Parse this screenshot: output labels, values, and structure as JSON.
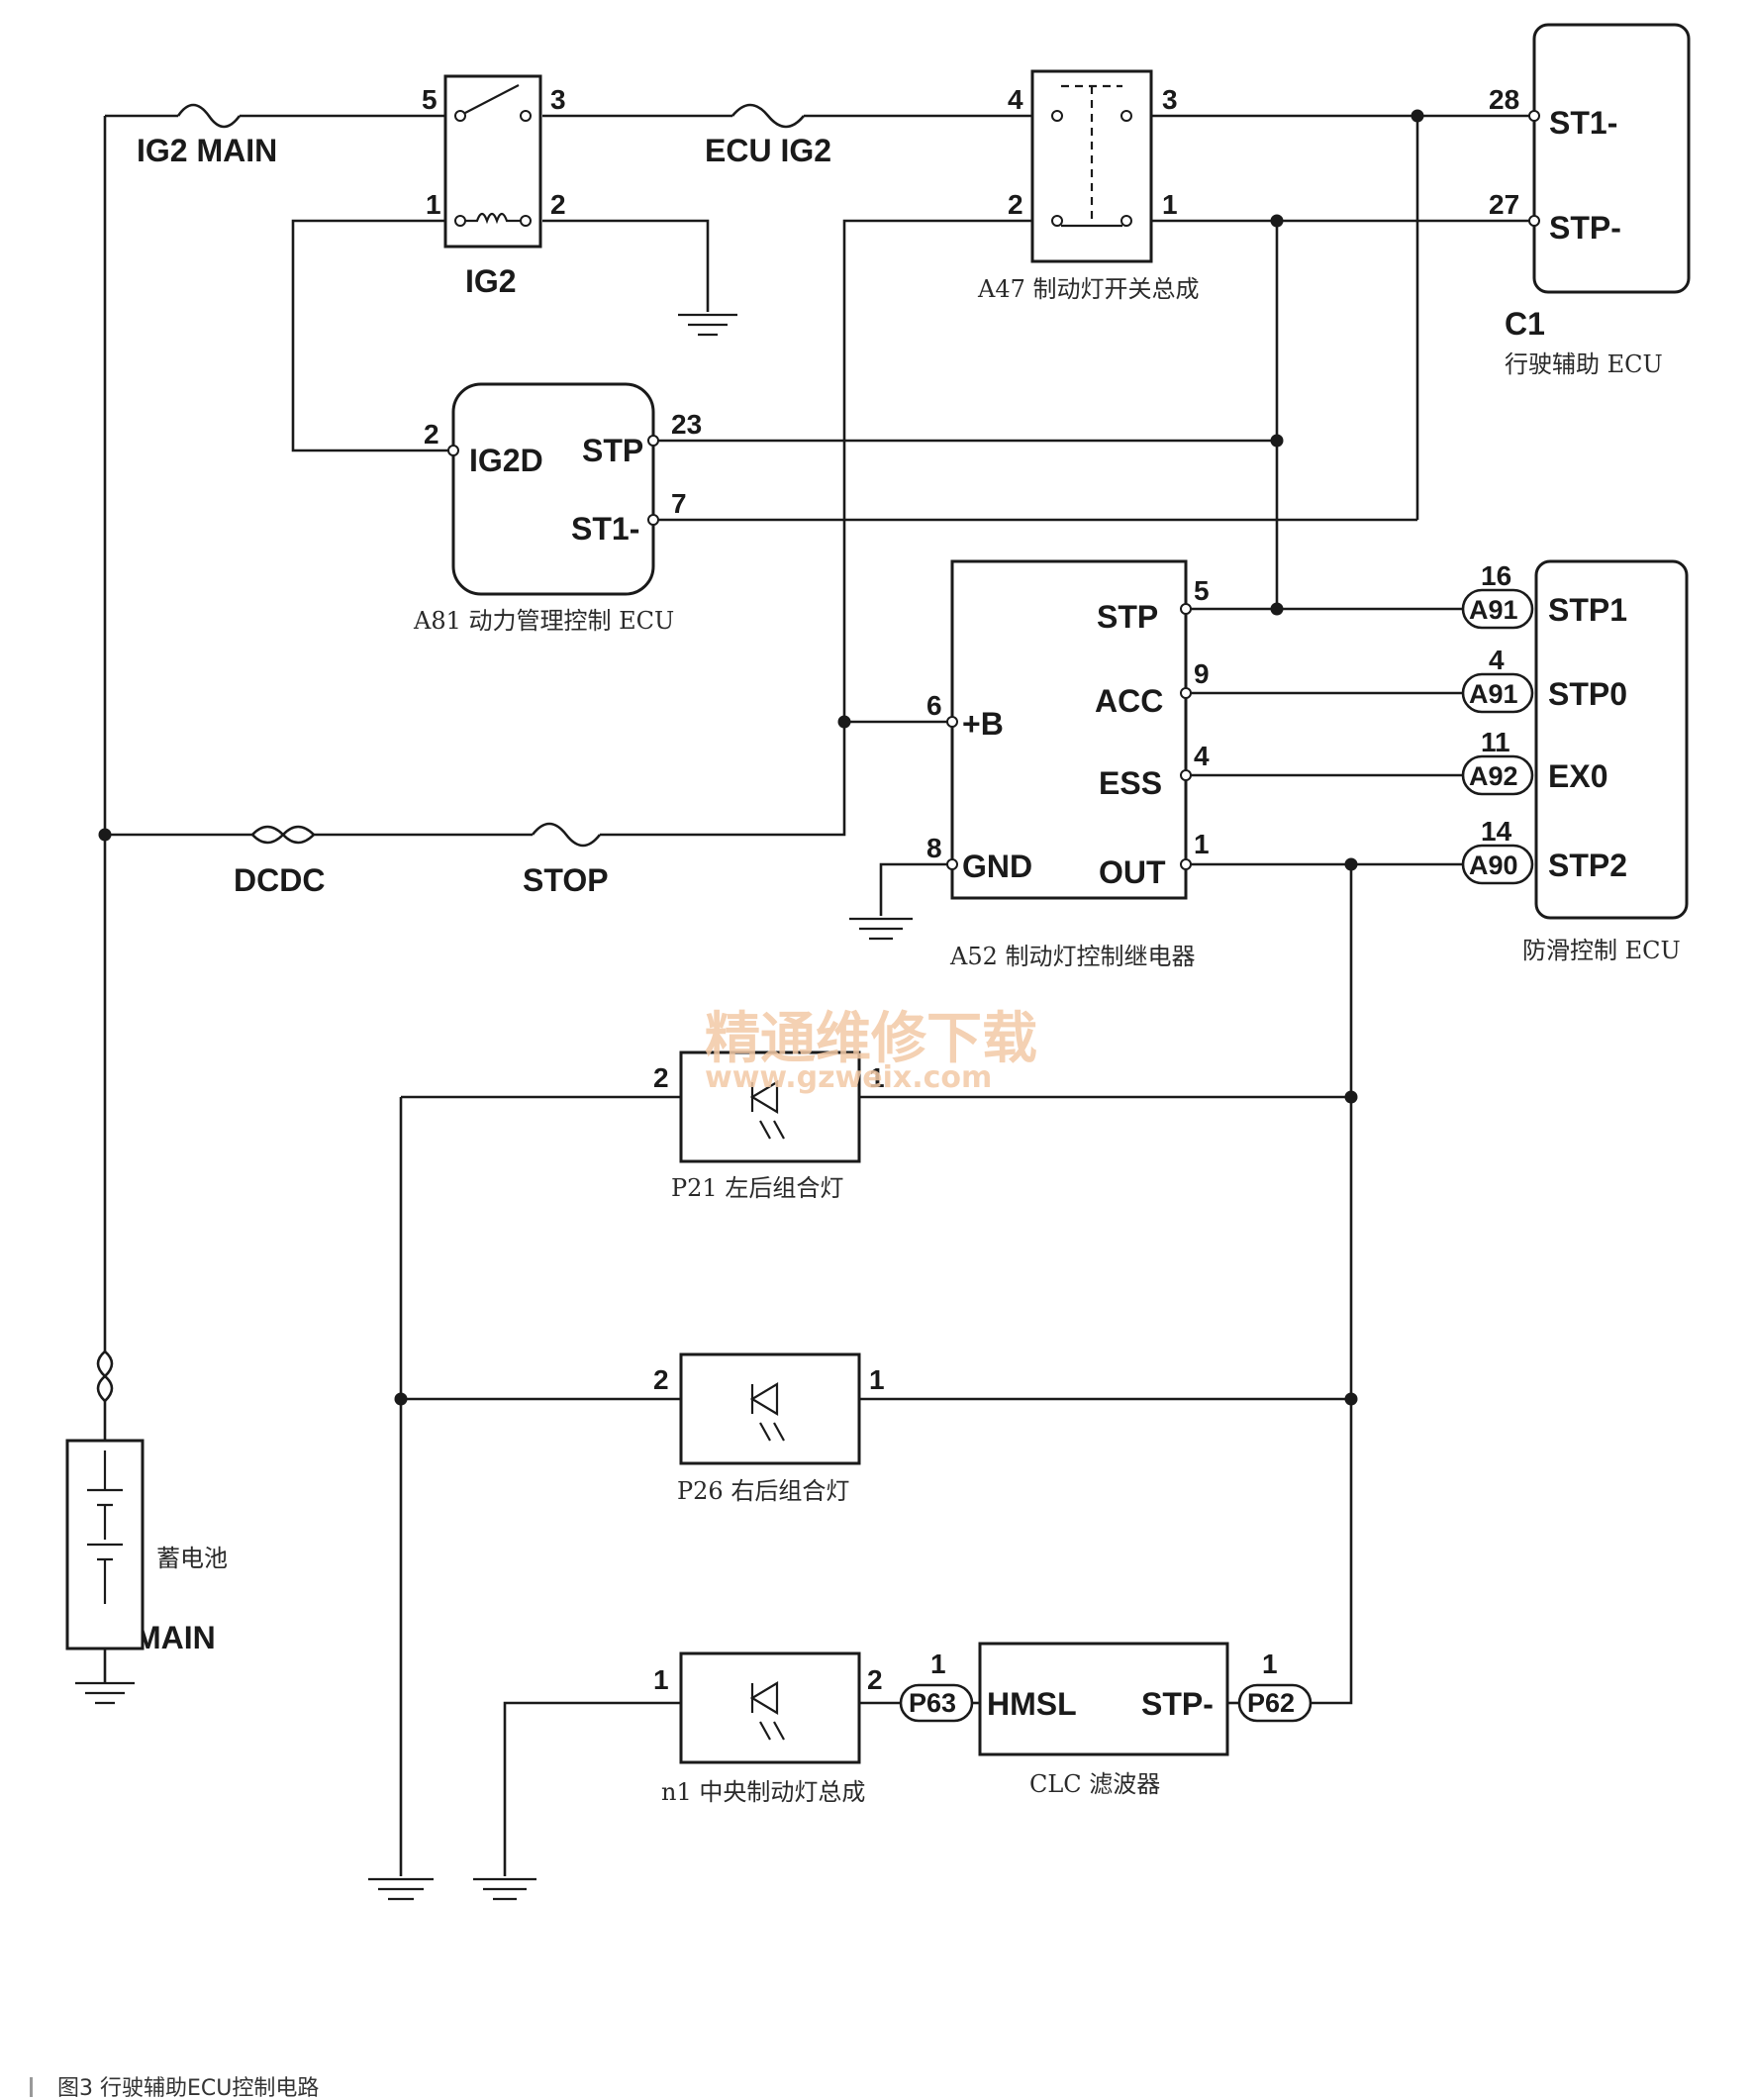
{
  "figure_caption": "图3  行驶辅助ECU控制电路",
  "watermark": {
    "line1": "精通维修下载",
    "line2": "www.gzweix.com"
  },
  "fuses": {
    "ig2_main": "IG2 MAIN",
    "ecu_ig2": "ECU IG2",
    "dcdc": "DCDC",
    "stop": "STOP",
    "main": "MAIN"
  },
  "ig2_relay": {
    "label": "IG2",
    "pin5": "5",
    "pin3": "3",
    "pin1": "1",
    "pin2": "2"
  },
  "a47": {
    "caption": "A47 制动灯开关总成",
    "pin4": "4",
    "pin3": "3",
    "pin2": "2",
    "pin1": "1"
  },
  "c1": {
    "code": "C1",
    "caption": "行驶辅助 ECU",
    "st1": "ST1-",
    "stp": "STP-",
    "pin28": "28",
    "pin27": "27"
  },
  "a81": {
    "caption": "A81 动力管理控制 ECU",
    "ig2d": "IG2D",
    "stp": "STP",
    "st1": "ST1-",
    "pin2": "2",
    "pin23": "23",
    "pin7": "7"
  },
  "a52": {
    "caption": "A52 制动灯控制继电器",
    "b": "+B",
    "gnd": "GND",
    "stp": "STP",
    "acc": "ACC",
    "ess": "ESS",
    "out": "OUT",
    "pin6": "6",
    "pin8": "8",
    "pin5": "5",
    "pin9": "9",
    "pin4": "4",
    "pin1": "1"
  },
  "abs_ecu": {
    "caption": "防滑控制 ECU",
    "rows": [
      {
        "pin": "16",
        "conn": "A91",
        "signal": "STP1"
      },
      {
        "pin": "4",
        "conn": "A91",
        "signal": "STP0"
      },
      {
        "pin": "11",
        "conn": "A92",
        "signal": "EX0"
      },
      {
        "pin": "14",
        "conn": "A90",
        "signal": "STP2"
      }
    ]
  },
  "p21": {
    "caption": "P21 左后组合灯",
    "pin2": "2",
    "pin1": "1"
  },
  "p26": {
    "caption": "P26 右后组合灯",
    "pin2": "2",
    "pin1": "1"
  },
  "n1": {
    "caption": "n1 中央制动灯总成",
    "pin1": "1",
    "pin2": "2"
  },
  "clc": {
    "caption": "CLC 滤波器",
    "hmsl": "HMSL",
    "stp": "STP-",
    "conn_left": "P63",
    "conn_right": "P62",
    "pin_left": "1",
    "pin_right": "1"
  },
  "battery": {
    "caption": "蓄电池"
  }
}
